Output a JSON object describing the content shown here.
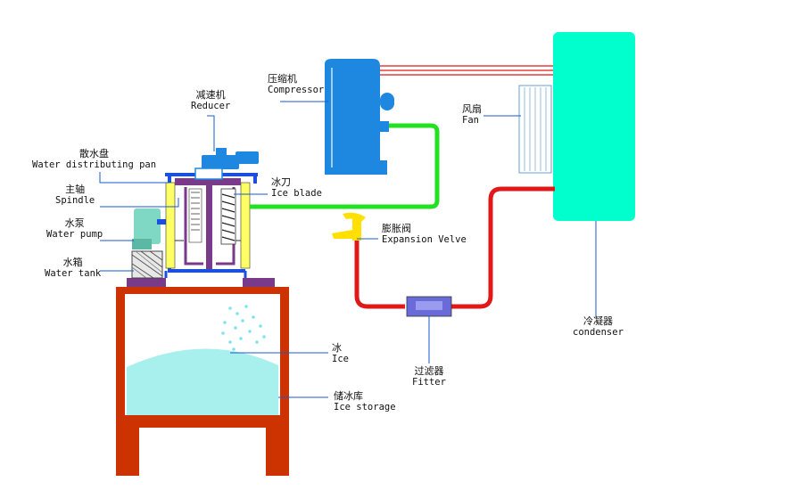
{
  "labels": {
    "compressor": {
      "zh": "压缩机",
      "en": "Compressor"
    },
    "reducer": {
      "zh": "减速机",
      "en": "Reducer"
    },
    "fan": {
      "zh": "风扇",
      "en": "Fan"
    },
    "water_distributing_pan": {
      "zh": "散水盘",
      "en": "Water distributing pan"
    },
    "spindle": {
      "zh": "主轴",
      "en": "Spindle"
    },
    "ice_blade": {
      "zh": "冰刀",
      "en": "Ice blade"
    },
    "water_pump": {
      "zh": "水泵",
      "en": "Water pump"
    },
    "expansion_valve": {
      "zh": "膨胀阀",
      "en": "Expansion Velve"
    },
    "water_tank": {
      "zh": "水箱",
      "en": "Water tank"
    },
    "condenser": {
      "zh": "冷凝器",
      "en": "condenser"
    },
    "ice": {
      "zh": "冰",
      "en": "Ice"
    },
    "filter": {
      "zh": "过滤器",
      "en": "Fitter"
    },
    "ice_storage": {
      "zh": "储冰库",
      "en": "Ice storage"
    }
  },
  "colors": {
    "pipe_liquid": "#e01818",
    "pipe_suction": "#22e022",
    "compressor": "#1e88e0",
    "condenser": "#00ffcc",
    "storage_frame": "#cc3300",
    "ice": "#a8f0ee",
    "valve": "#ffe000",
    "filter": "#6a6ad8",
    "water_line": "#1a4fe0",
    "evaporator": "#7a3a8a"
  }
}
